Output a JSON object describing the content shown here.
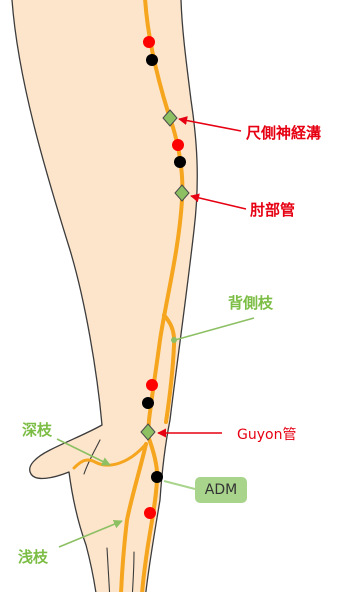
{
  "labels": {
    "ulnar_groove": "尺側神経溝",
    "cubital_tunnel": "肘部管",
    "dorsal_branch": "背側枝",
    "deep_branch": "深枝",
    "guyon_canal": "Guyon管",
    "adm": "ADM",
    "superficial_branch": "浅枝"
  },
  "colors": {
    "skin": "#fde5cb",
    "outline": "#3c3c3c",
    "nerve": "#f5a51e",
    "label_red": "#e60012",
    "label_green": "#7cbd45",
    "marker_red": "#ff0000",
    "marker_black": "#000000",
    "marker_diamond": "#8cc063",
    "adm_box": "#a8d48c",
    "adm_text": "#333333"
  }
}
